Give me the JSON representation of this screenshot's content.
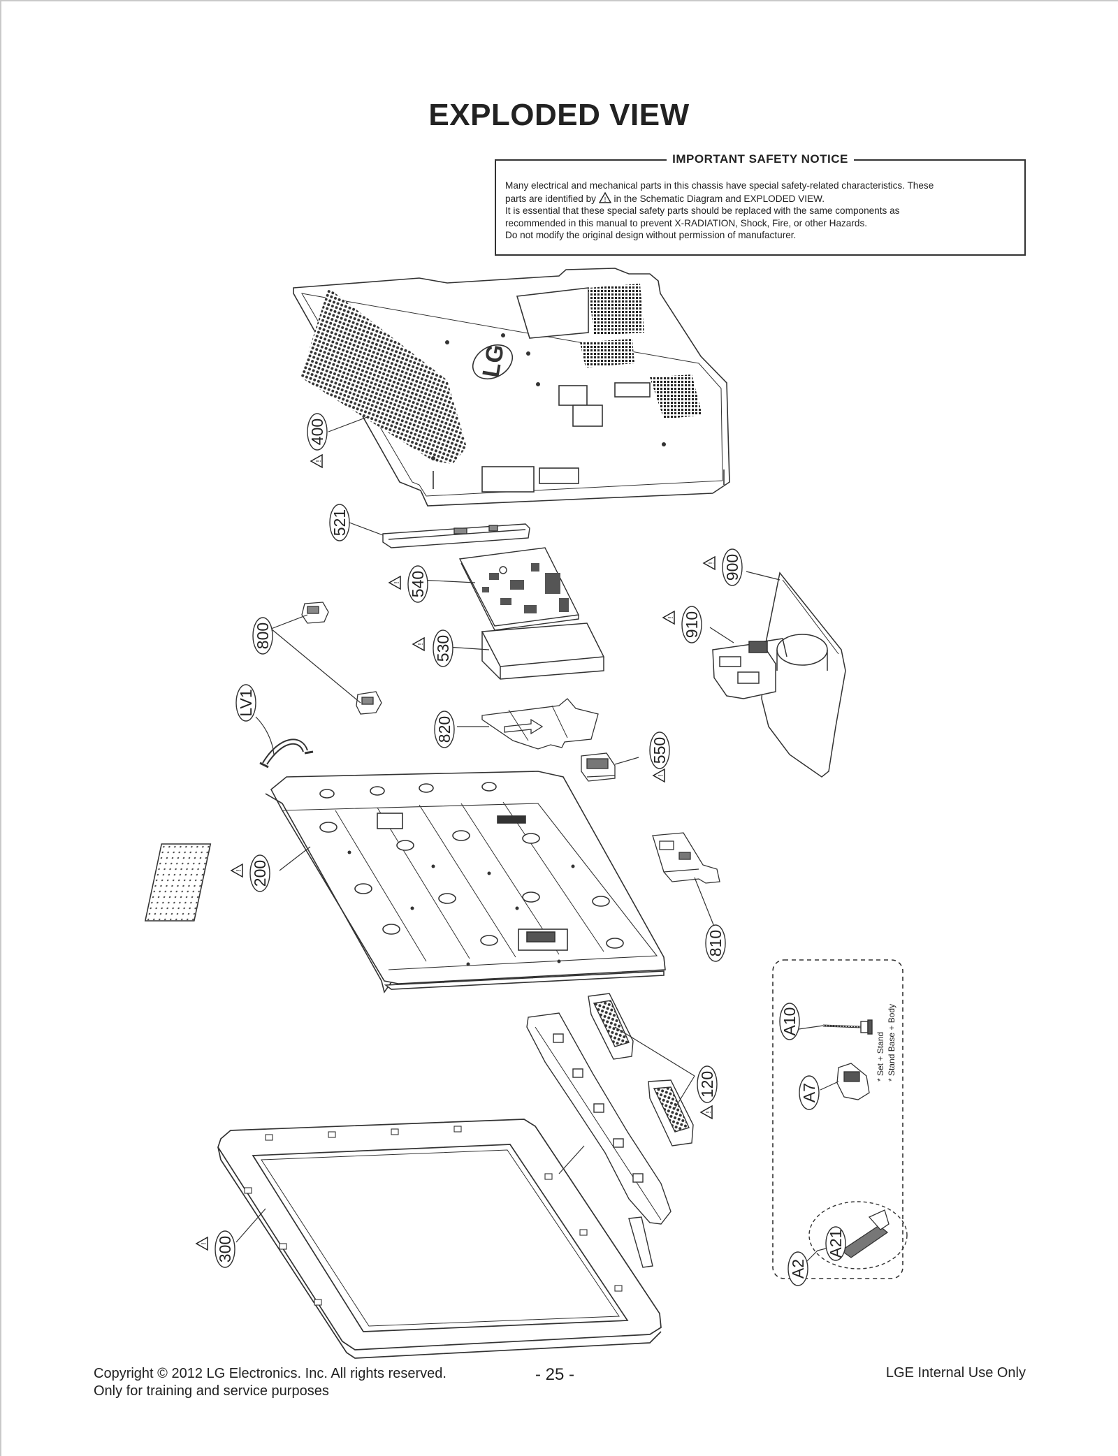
{
  "title": "EXPLODED VIEW",
  "notice": {
    "heading": "IMPORTANT SAFETY NOTICE",
    "line1": "Many electrical and mechanical parts in this chassis have special safety-related characteristics. These",
    "line2_before": "parts are identified by",
    "line2_after": "in the Schematic Diagram and EXPLODED VIEW.",
    "line3": "It is essential that these special safety parts should be replaced with the same components as",
    "line4": "recommended in this manual to prevent X-RADIATION, Shock, Fire, or other Hazards.",
    "line5": "Do not modify the original design without permission of manufacturer."
  },
  "parts": {
    "p400": "400",
    "p521": "521",
    "p540": "540",
    "p800": "800",
    "p530": "530",
    "pLV1": "LV1",
    "p820": "820",
    "p550": "550",
    "p900": "900",
    "p910": "910",
    "p200": "200",
    "p810": "810",
    "p120": "120",
    "p300": "300",
    "pA10": "A10",
    "pA7": "A7",
    "pA2": "A2",
    "pA21": "A21"
  },
  "logo_text": "LG",
  "stand_notes": {
    "line1": "* Set + Stand",
    "line2": "* Stand Base + Body"
  },
  "footer": {
    "copyright": "Copyright  © 2012  LG Electronics. Inc. All rights reserved.",
    "training": "Only for training and service purposes",
    "page": "- 25 -",
    "internal": "LGE Internal Use Only"
  }
}
